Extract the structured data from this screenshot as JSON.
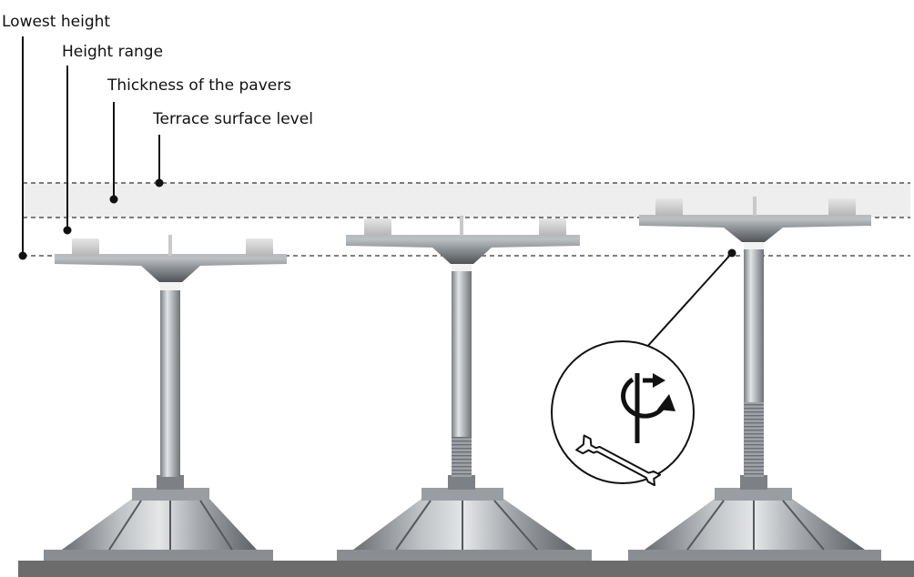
{
  "labels": {
    "lowest_height": "Lowest height",
    "height_range": "Height range",
    "paver_thickness": "Thickness of the pavers",
    "terrace_level": "Terrace surface level"
  },
  "colors": {
    "metal_light": "#d8dadc",
    "metal_mid": "#a9adb1",
    "metal_dark": "#5e6266",
    "pad": "#d3d3d3",
    "paver_band": "#eeeeee",
    "floor": "#6c6c6c",
    "leader": "#111111"
  },
  "icons": [
    "rotate-arrows-icon",
    "wrench-icon"
  ]
}
